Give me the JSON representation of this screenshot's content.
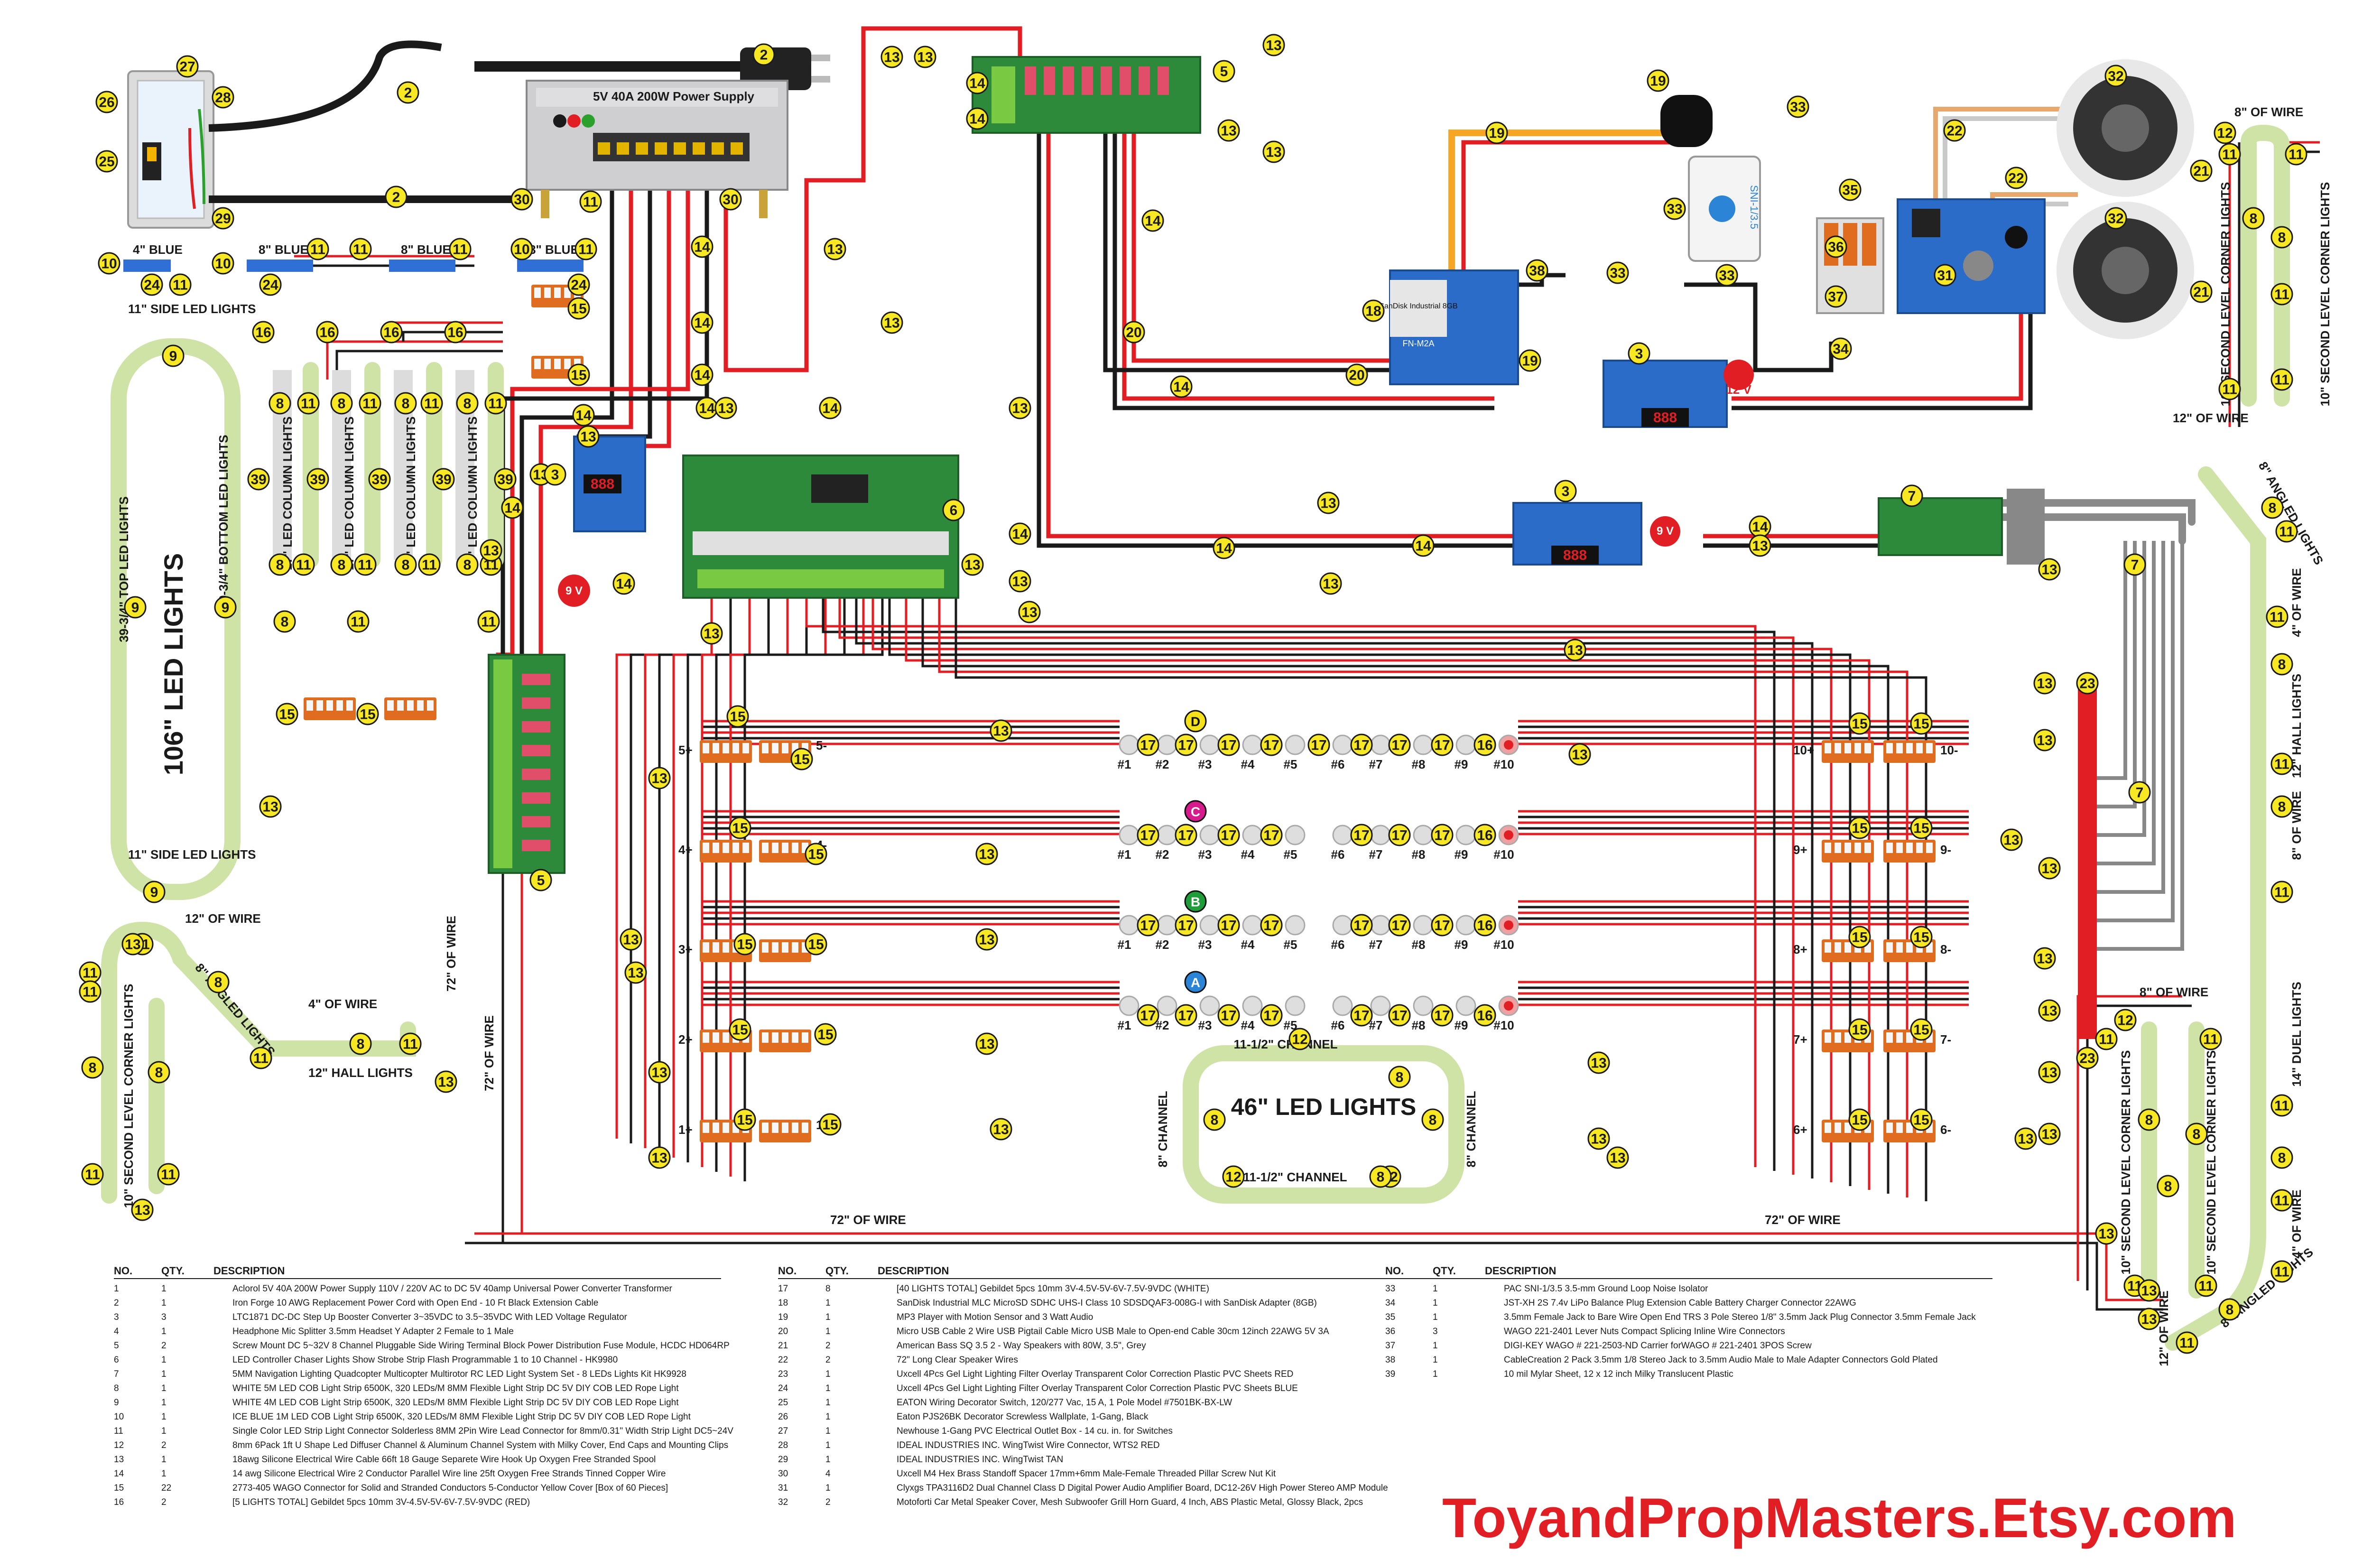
{
  "colors": {
    "wire_red": "#e01e24",
    "wire_black": "#1a1a1a",
    "tag_yellow": "#f7e823",
    "led_strip": "#cfe3a6",
    "wago_orange": "#e06c1f",
    "brand_red": "#e01e24"
  },
  "labels": {
    "blue_4": "4\" BLUE",
    "blue_8a": "8\" BLUE",
    "blue_8b": "8\" BLUE",
    "blue_8c": "8\" BLUE",
    "side_11_top": "11\" SIDE LED LIGHTS",
    "side_11_bottom": "11\" SIDE LED LIGHTS",
    "led_106": "106\" LED LIGHTS",
    "top_led": "39-3/4\" TOP LED LIGHTS",
    "bottom_led": "39-3/4\" BOTTOM LED LIGHTS",
    "column_led": "17\" LED COLUMN LIGHTS",
    "wire_12": "12\" OF WIRE",
    "angled_8": "8\" ANGLED LIGHTS",
    "wire_4": "4\" OF WIRE",
    "hall_12": "12\" HALL LIGHTS",
    "second_level_10": "10\" SECOND LEVEL CORNER LIGHTS",
    "wire_72": "72\" OF WIRE",
    "led_46": "46\" LED LIGHTS",
    "channel_11": "11-1/2\" CHANNEL",
    "channel_8": "8\" CHANNEL",
    "duel_14": "14\" DUEL LIGHTS",
    "wire_8": "8\" OF WIRE",
    "power_supply": "5V 40A 200W Power Supply",
    "v12": "12 V",
    "v9": "9 V",
    "sni_brand": "SNI-1/3.5",
    "sandisk": "SanDisk Industrial 8GB",
    "fn_m2a": "FN-M2A"
  },
  "channels": [
    "#1",
    "#2",
    "#3",
    "#4",
    "#5",
    "#6",
    "#7",
    "#8",
    "#9",
    "#10"
  ],
  "row_letters": [
    "D",
    "C",
    "B",
    "A"
  ],
  "letter_colors": [
    "#f4e11a",
    "#d81b8c",
    "#1f9d3a",
    "#2b84d6"
  ],
  "wago_left": [
    "5+",
    "4+",
    "3+",
    "2+",
    "1+"
  ],
  "wago_left_minus": [
    "5-",
    "4-",
    "3-",
    "2-",
    "1-"
  ],
  "wago_right": [
    "10+",
    "9+",
    "8+",
    "7+",
    "6+"
  ],
  "wago_right_minus": [
    "10-",
    "9-",
    "8-",
    "7-",
    "6-"
  ],
  "bom": {
    "headers": [
      "NO.",
      "QTY.",
      "DESCRIPTION"
    ],
    "col1": [
      [
        "1",
        "1",
        "Aclorol 5V 40A 200W Power Supply 110V / 220V AC to DC 5V 40amp Universal Power Converter Transformer"
      ],
      [
        "2",
        "1",
        "Iron Forge 10 AWG Replacement Power Cord with Open End - 10 Ft Black Extension Cable"
      ],
      [
        "3",
        "3",
        "LTC1871 DC-DC Step Up Booster Converter 3~35VDC to 3.5~35VDC With LED Voltage Regulator"
      ],
      [
        "4",
        "1",
        "Headphone Mic Splitter 3.5mm Headset Y Adapter 2 Female to 1 Male"
      ],
      [
        "5",
        "2",
        "Screw Mount DC 5~32V 8 Channel Pluggable Side Wiring Terminal Block Power Distribution Fuse Module, HCDC HD064RP"
      ],
      [
        "6",
        "1",
        "LED Controller Chaser Lights Show Strobe Strip Flash Programmable 1 to 10 Channel - HK9980"
      ],
      [
        "7",
        "1",
        "5MM Navigation Lighting Quadcopter Multicopter Multirotor RC LED Light System Set - 8 LEDs Lights Kit HK9928"
      ],
      [
        "8",
        "1",
        "WHITE 5M LED COB Light Strip 6500K, 320 LEDs/M 8MM Flexible Light Strip DC 5V DIY COB LED Rope Light"
      ],
      [
        "9",
        "1",
        "WHITE 4M LED COB Light Strip 6500K, 320 LEDs/M 8MM Flexible Light Strip DC 5V DIY COB LED Rope Light"
      ],
      [
        "10",
        "1",
        "ICE BLUE 1M LED COB Light Strip 6500K, 320 LEDs/M 8MM Flexible Light Strip DC 5V DIY COB LED Rope Light"
      ],
      [
        "11",
        "1",
        "Single Color LED Strip Light Connector Solderless 8MM 2Pin Wire Lead Connector for 8mm/0.31\" Width Strip Light DC5~24V"
      ],
      [
        "12",
        "2",
        "8mm 6Pack 1ft U Shape Led Diffuser Channel & Aluminum Channel System with Milky Cover, End Caps and Mounting Clips"
      ],
      [
        "13",
        "1",
        "18awg Silicone Electrical Wire Cable 66ft 18 Gauge Separete Wire Hook Up Oxygen Free Stranded Spool"
      ],
      [
        "14",
        "1",
        "14 awg Silicone Electrical Wire 2 Conductor Parallel Wire line 25ft Oxygen Free Strands Tinned Copper Wire"
      ],
      [
        "15",
        "22",
        "2773-405 WAGO Connector for Solid and Stranded Conductors 5-Conductor Yellow Cover [Box of 60 Pieces]"
      ],
      [
        "16",
        "2",
        "[5 LIGHTS TOTAL] Gebildet 5pcs 10mm 3V-4.5V-5V-6V-7.5V-9VDC (RED)"
      ]
    ],
    "col2": [
      [
        "17",
        "8",
        "[40 LIGHTS TOTAL] Gebildet 5pcs 10mm 3V-4.5V-5V-6V-7.5V-9VDC (WHITE)"
      ],
      [
        "18",
        "1",
        "SanDisk Industrial MLC MicroSD SDHC UHS-I Class 10 SDSDQAF3-008G-I with SanDisk Adapter (8GB)"
      ],
      [
        "19",
        "1",
        "MP3 Player with Motion Sensor and 3 Watt Audio"
      ],
      [
        "20",
        "1",
        "Micro USB Cable 2 Wire USB Pigtail Cable Micro USB Male to Open-end Cable 30cm 12inch 22AWG 5V 3A"
      ],
      [
        "21",
        "2",
        "American Bass SQ 3.5 2 - Way Speakers with 80W, 3.5\", Grey"
      ],
      [
        "22",
        "2",
        "72\" Long Clear Speaker Wires"
      ],
      [
        "23",
        "1",
        "Uxcell 4Pcs Gel Light Lighting Filter Overlay Transparent Color Correction Plastic PVC Sheets RED"
      ],
      [
        "24",
        "1",
        "Uxcell 4Pcs Gel Light Lighting Filter Overlay Transparent Color Correction Plastic PVC Sheets BLUE"
      ],
      [
        "25",
        "1",
        "EATON Wiring Decorator Switch, 120/277 Vac, 15 A, 1 Pole Model #7501BK-BX-LW"
      ],
      [
        "26",
        "1",
        "Eaton PJS26BK Decorator Screwless Wallplate, 1-Gang, Black"
      ],
      [
        "27",
        "1",
        "Newhouse 1-Gang PVC Electrical Outlet Box - 14 cu. in. for Switches"
      ],
      [
        "28",
        "1",
        "IDEAL INDUSTRIES INC. WingTwist Wire Connector, WTS2 RED"
      ],
      [
        "29",
        "1",
        "IDEAL INDUSTRIES INC. WingTwist TAN"
      ],
      [
        "30",
        "4",
        "Uxcell M4 Hex Brass Standoff Spacer 17mm+6mm Male-Female Threaded Pillar Screw Nut Kit"
      ],
      [
        "31",
        "1",
        "Clyxgs TPA3116D2 Dual Channel Class D Digital Power Audio Amplifier Board, DC12-26V High Power Stereo AMP Module"
      ],
      [
        "32",
        "2",
        "Motoforti Car Metal Speaker Cover, Mesh Subwoofer Grill Horn Guard, 4 Inch, ABS Plastic Metal, Glossy Black, 2pcs"
      ]
    ],
    "col3": [
      [
        "33",
        "1",
        "PAC SNI-1/3.5 3.5-mm Ground Loop Noise Isolator"
      ],
      [
        "34",
        "1",
        "JST-XH 2S 7.4v LiPo Balance Plug Extension Cable Battery Charger Connector 22AWG"
      ],
      [
        "35",
        "1",
        "3.5mm Female Jack to Bare Wire Open End TRS 3 Pole Stereo 1/8\" 3.5mm Jack Plug Connector 3.5mm Female Jack"
      ],
      [
        "36",
        "3",
        "WAGO 221-2401 Lever Nuts Compact Splicing Inline Wire Connectors"
      ],
      [
        "37",
        "1",
        "DIGI-KEY WAGO # 221-2503-ND Carrier forWAGO # 221-2401 3POS Screw"
      ],
      [
        "38",
        "1",
        "CableCreation 2 Pack 3.5mm 1/8 Stereo Jack to 3.5mm Audio Male to Male Adapter Connectors Gold Plated"
      ],
      [
        "39",
        "1",
        "10 mil Mylar Sheet, 12 x 12 inch Milky Translucent Plastic"
      ]
    ]
  },
  "brand": "ToyandPropMasters.Etsy.com"
}
